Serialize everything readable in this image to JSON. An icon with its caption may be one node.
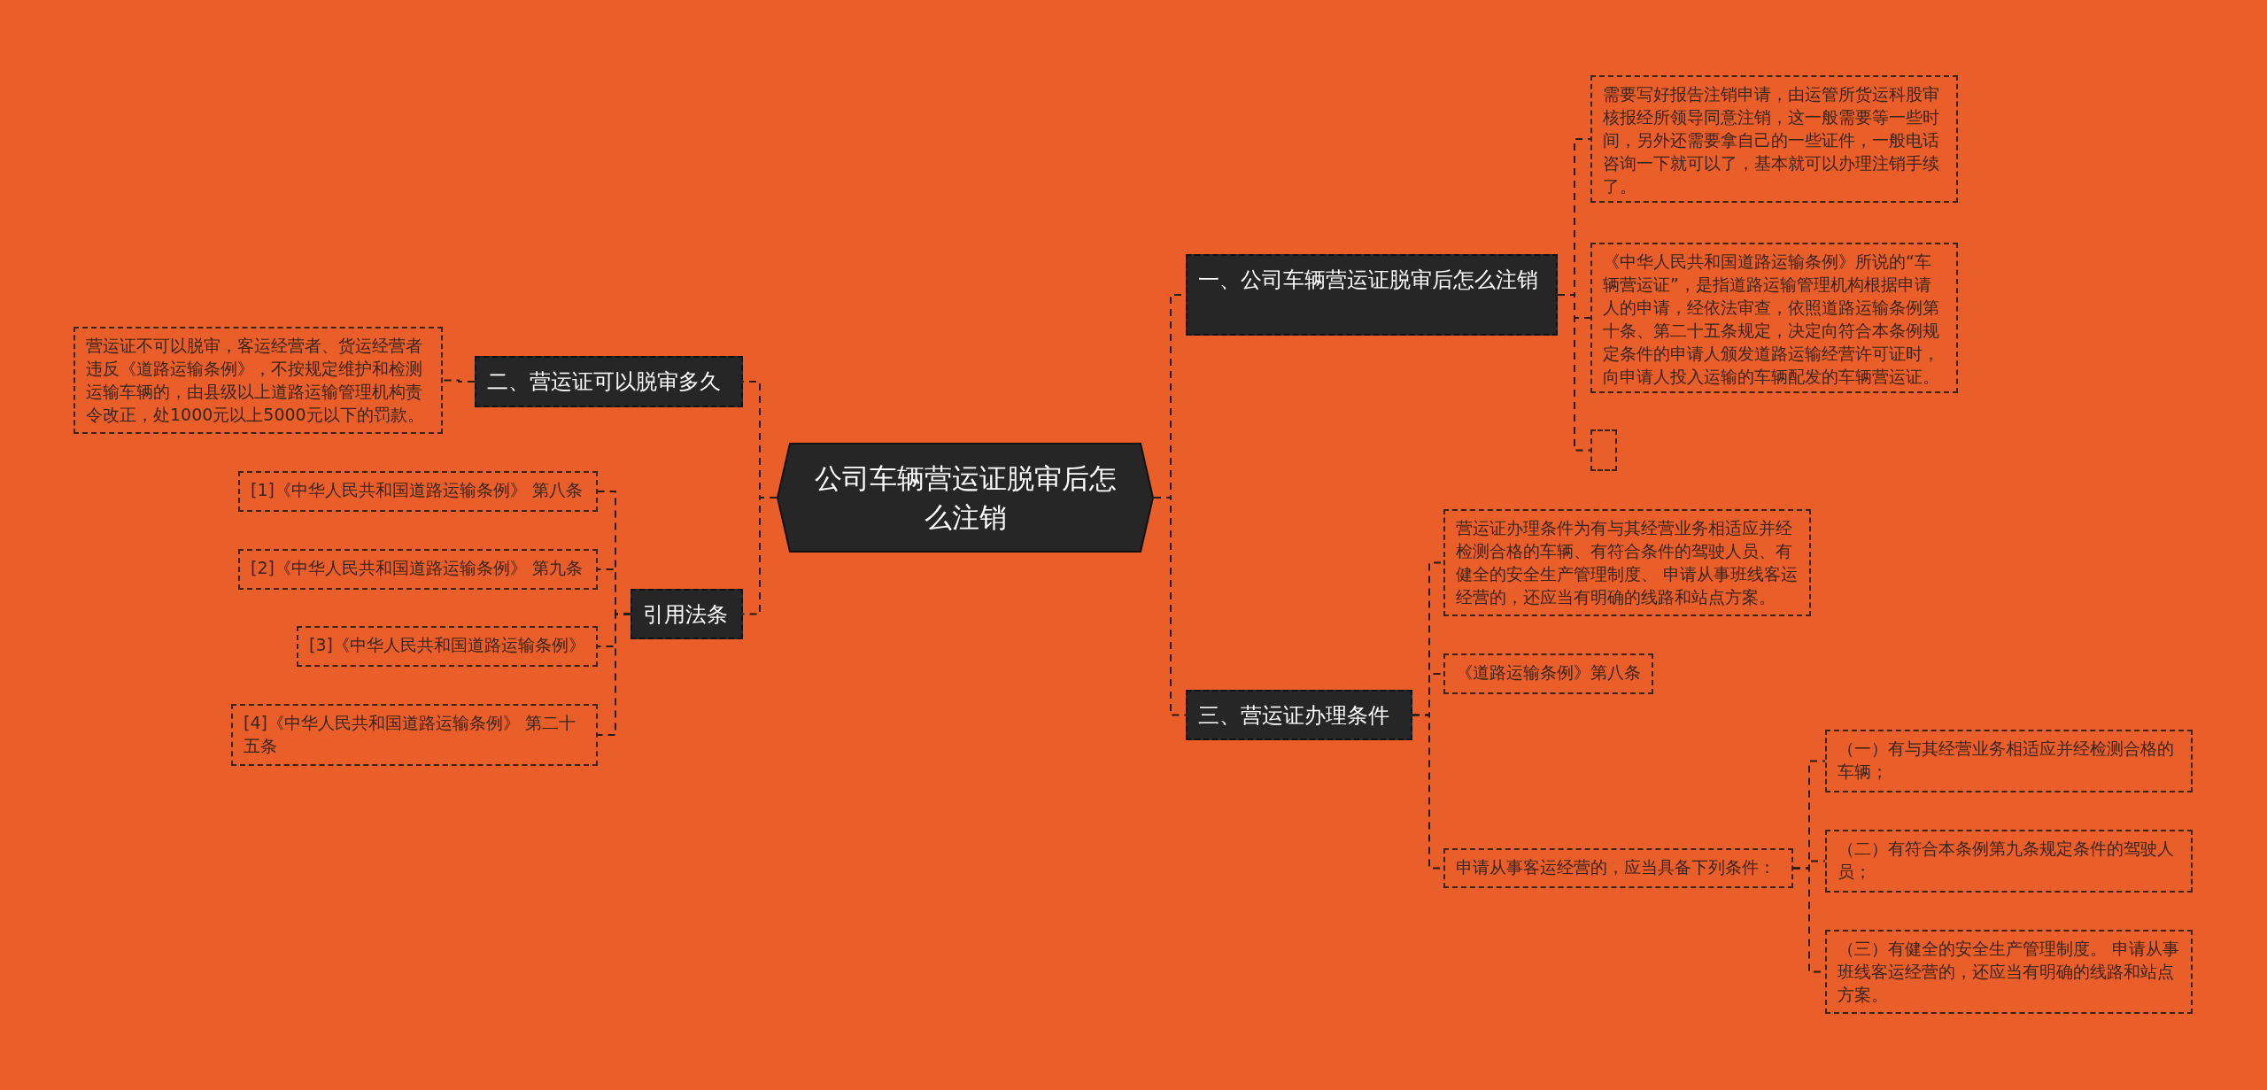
{
  "diagram": {
    "nodes": [
      {
        "text": [
          "公司车辆营运证脱审后怎么注销"
        ]
      },
      {
        "text": [
          "一、公司车辆营运证脱审后怎么注销"
        ]
      },
      {
        "text": [
          "需要写好报告注销申请，由运管所货运科股审核报经所领导同意注销，这一般需要等一些时间，另外还需要拿自己的一些证件，一般电话咨询一下就可以了，基本就可以办理注销手续了。"
        ]
      },
      {
        "text": [
          "《中华人民共和国道路运输条例》所说的“车辆营运证”，是指道路运输管理机构根据申请人的申请，经依法审查，依照道路运输条例第十条、第二十五条规定，决定向符合本条例规定条件的申请人颁发道路运输经营许可证时，向申请人投入运输的车辆配发的车辆营运证。"
        ]
      },
      {
        "text": [],
        "shape": "box"
      },
      {
        "text": [
          "二、营运证可以脱审多久"
        ]
      },
      {
        "text": [
          "营运证不可以脱审，客运经营者、货运经营者违反《道路运输条例》，不按规定维护和检测运输车辆的，由县级以上道路运输管理机构责令改正，处1000元以上5000元以下的罚款。"
        ]
      },
      {
        "text": [
          "引用法条"
        ]
      },
      {
        "text": [
          "[1]《中华人民共和国道路运输条例》 第八条"
        ]
      },
      {
        "text": [
          "[2]《中华人民共和国道路运输条例》 第九条"
        ]
      },
      {
        "text": [
          "[3]《中华人民共和国道路运输条例》"
        ]
      },
      {
        "text": [
          "[4]《中华人民共和国道路运输条例》 第二十五条"
        ]
      },
      {
        "text": [
          "三、营运证办理条件"
        ]
      },
      {
        "text": [
          "营运证办理条件为有与其经营业务相适应并经检测合格的车辆、有符合条件的驾驶人员、有健全的安全生产管理制度、 申请从事班线客运经营的，还应当有明确的线路和站点方案。"
        ]
      },
      {
        "text": [
          "《道路运输条例》第八条"
        ]
      },
      {
        "text": [
          "申请从事客运经营的，应当具备下列条件："
        ]
      },
      {
        "text": [
          "（一）有与其经营业务相适应并经检测合格的车辆；"
        ]
      },
      {
        "text": [
          "（二）有符合本条例第九条规定条件的驾驶人员；"
        ]
      },
      {
        "text": [
          "（三）有健全的安全生产管理制度。 申请从事班线客运经营的，还应当有明确的线路和站点方案。"
        ]
      }
    ],
    "edges": [
      {
        "from": 0,
        "to": 1,
        "arrow": "none"
      },
      {
        "from": 1,
        "to": 2,
        "arrow": "none"
      },
      {
        "from": 1,
        "to": 3,
        "arrow": "none"
      },
      {
        "from": 1,
        "to": 4,
        "arrow": "none"
      },
      {
        "from": 0,
        "to": 5,
        "arrow": "none"
      },
      {
        "from": 5,
        "to": 6,
        "arrow": "none"
      },
      {
        "from": 0,
        "to": 7,
        "arrow": "none"
      },
      {
        "from": 7,
        "to": 8,
        "arrow": "none"
      },
      {
        "from": 7,
        "to": 9,
        "arrow": "none"
      },
      {
        "from": 7,
        "to": 10,
        "arrow": "none"
      },
      {
        "from": 7,
        "to": 11,
        "arrow": "none"
      },
      {
        "from": 0,
        "to": 12,
        "arrow": "none"
      },
      {
        "from": 12,
        "to": 13,
        "arrow": "none"
      },
      {
        "from": 12,
        "to": 14,
        "arrow": "none"
      },
      {
        "from": 12,
        "to": 15,
        "arrow": "none"
      },
      {
        "from": 15,
        "to": 16,
        "arrow": "none"
      },
      {
        "from": 15,
        "to": 17,
        "arrow": "none"
      },
      {
        "from": 15,
        "to": 18,
        "arrow": "none"
      }
    ]
  }
}
